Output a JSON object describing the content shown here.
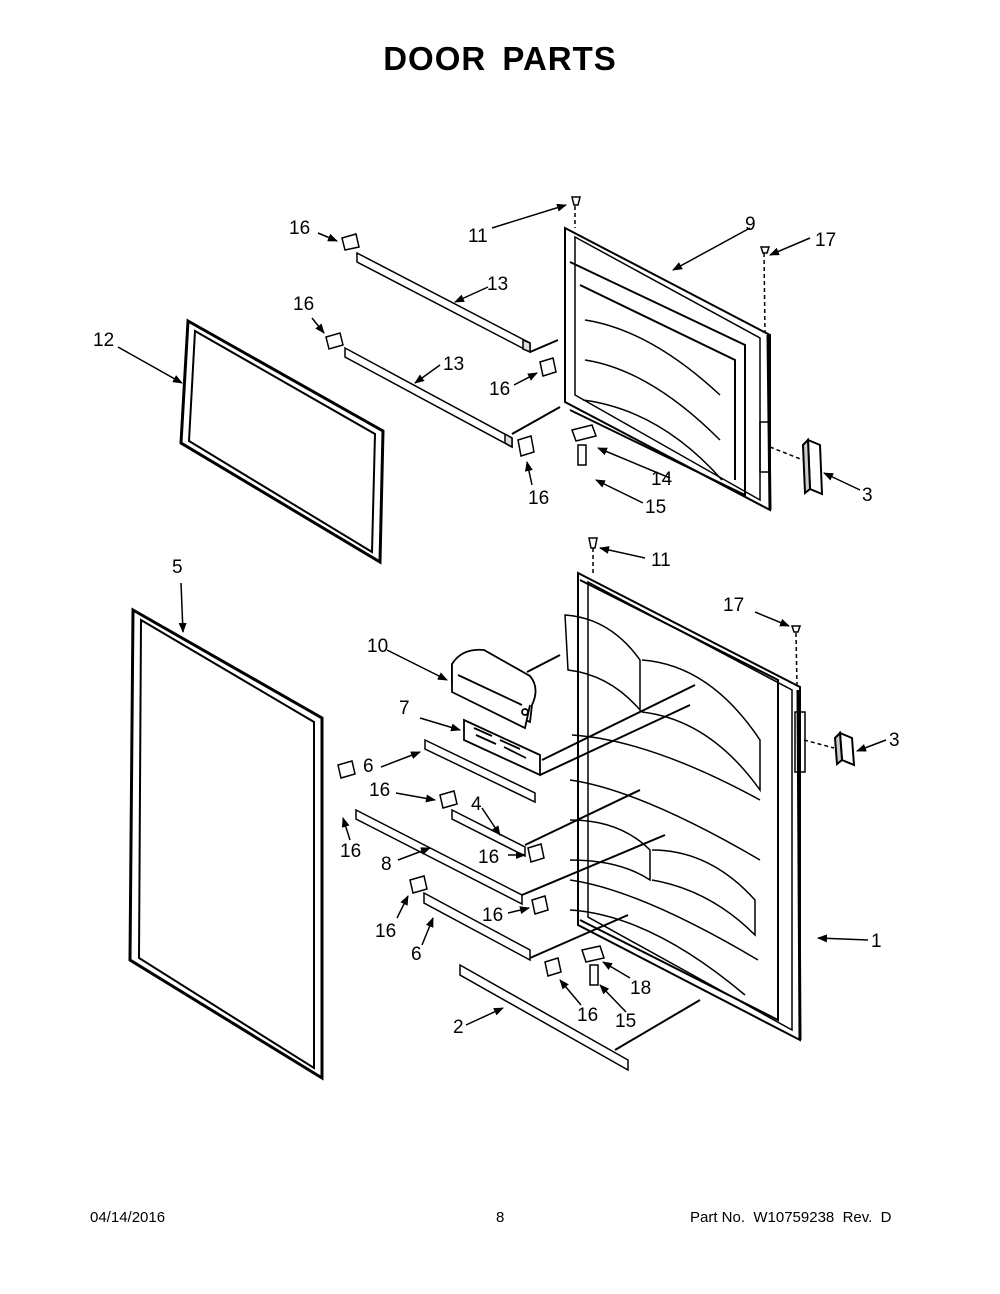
{
  "title": "DOOR PARTS",
  "footer": {
    "date": "04/14/2016",
    "page": "8",
    "part_no": "Part No.  W10759238  Rev.  D"
  },
  "callouts": [
    {
      "id": "c16a",
      "text": "16"
    },
    {
      "id": "c11a",
      "text": "11"
    },
    {
      "id": "c9",
      "text": "9"
    },
    {
      "id": "c17a",
      "text": "17"
    },
    {
      "id": "c13a",
      "text": "13"
    },
    {
      "id": "c16b",
      "text": "16"
    },
    {
      "id": "c12",
      "text": "12"
    },
    {
      "id": "c13b",
      "text": "13"
    },
    {
      "id": "c16c",
      "text": "16"
    },
    {
      "id": "c14",
      "text": "14"
    },
    {
      "id": "c16d",
      "text": "16"
    },
    {
      "id": "c15a",
      "text": "15"
    },
    {
      "id": "c3a",
      "text": "3"
    },
    {
      "id": "c11b",
      "text": "11"
    },
    {
      "id": "c5",
      "text": "5"
    },
    {
      "id": "c17b",
      "text": "17"
    },
    {
      "id": "c10",
      "text": "10"
    },
    {
      "id": "c7",
      "text": "7"
    },
    {
      "id": "c3b",
      "text": "3"
    },
    {
      "id": "c6a",
      "text": "6"
    },
    {
      "id": "c16e",
      "text": "16"
    },
    {
      "id": "c4",
      "text": "4"
    },
    {
      "id": "c16f",
      "text": "16"
    },
    {
      "id": "c8",
      "text": "8"
    },
    {
      "id": "c16g",
      "text": "16"
    },
    {
      "id": "c16h",
      "text": "16"
    },
    {
      "id": "c16i",
      "text": "16"
    },
    {
      "id": "c6b",
      "text": "6"
    },
    {
      "id": "c1",
      "text": "1"
    },
    {
      "id": "c18",
      "text": "18"
    },
    {
      "id": "c2",
      "text": "2"
    },
    {
      "id": "c16j",
      "text": "16"
    },
    {
      "id": "c15b",
      "text": "15"
    }
  ]
}
